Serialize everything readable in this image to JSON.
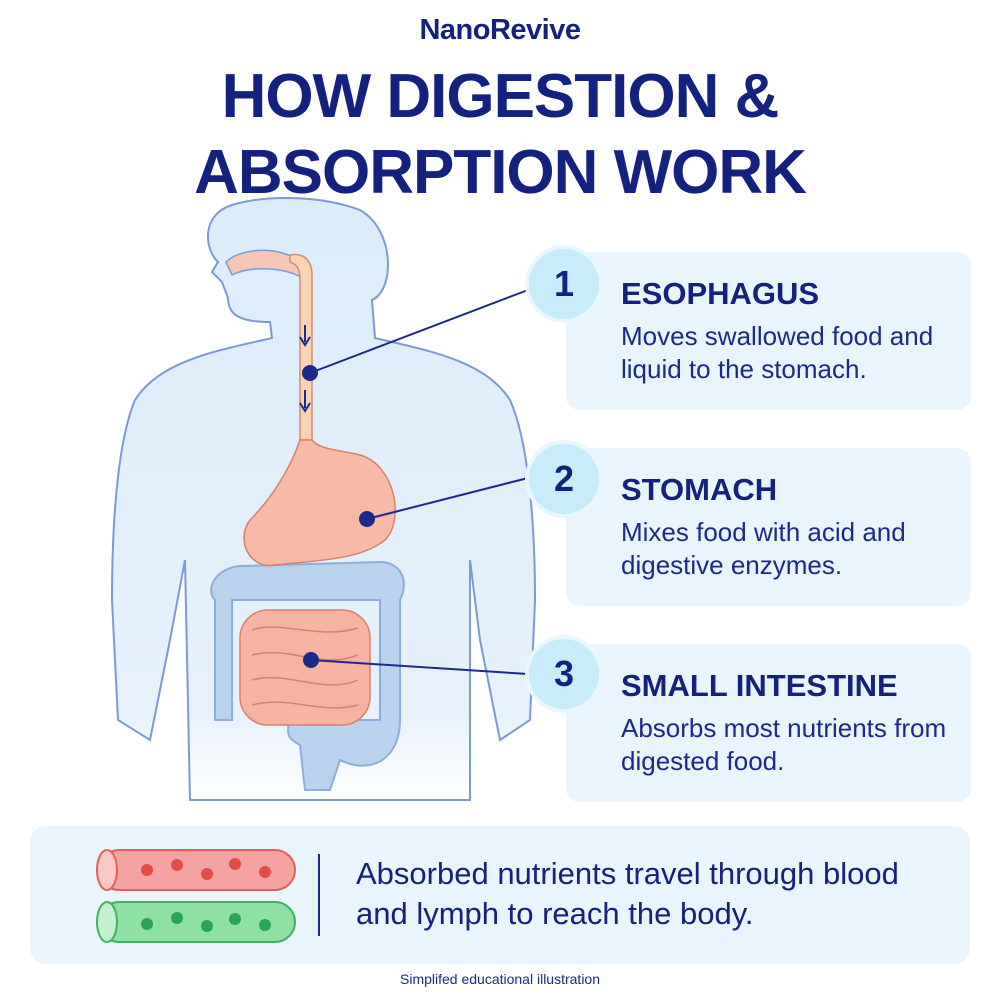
{
  "brand": "NanoRevive",
  "title": {
    "line1": "HOW DIGESTION &",
    "line2": "ABSORPTION WORK"
  },
  "steps": [
    {
      "number": "1",
      "name": "ESOPHAGUS",
      "description": "Moves swallowed food and liquid to the stomach."
    },
    {
      "number": "2",
      "name": "STOMACH",
      "description": "Mixes food with acid and digestive enzymes."
    },
    {
      "number": "3",
      "name": "SMALL INTESTINE",
      "description": "Absorbs most nutrients from digested food."
    }
  ],
  "absorption_note": "Absorbed nutrients travel through blood and lymph to reach the body.",
  "footnote": "Simplifed educational illustration",
  "colors": {
    "navy": "#15217f",
    "card_bg": "#e9f4fc",
    "badge_bg": "#c9ecfa",
    "stomach": "#f8b9a6",
    "large_intestine": "#b9d2ee",
    "blood_vessel": "#f5a3a0",
    "lymph_vessel": "#8fe0a3"
  }
}
